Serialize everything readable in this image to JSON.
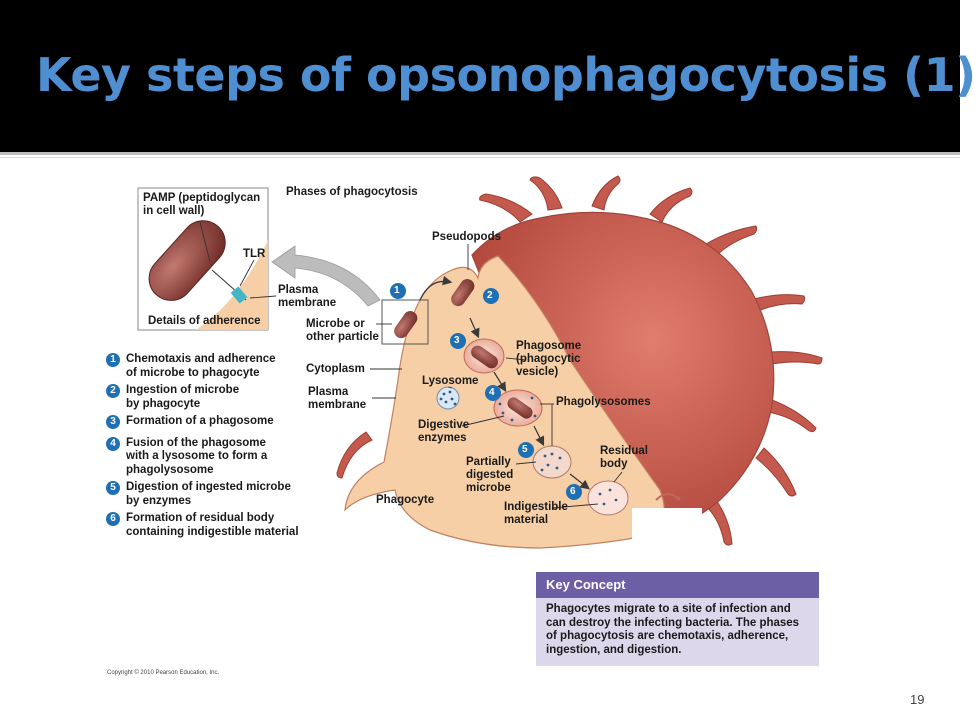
{
  "slide": {
    "title": "Key steps of opsonophagocytosis (1)",
    "page_number": "19",
    "copyright": "Copyright © 2010 Pearson Education, Inc."
  },
  "diagram": {
    "heading": "Phases of phagocytosis",
    "inset": {
      "pamp_label": "PAMP (peptidoglycan\nin cell wall)",
      "tlr_label": "TLR",
      "plasma_membrane_label": "Plasma\nmembrane",
      "caption": "Details of adherence"
    },
    "labels": {
      "pseudopods": "Pseudopods",
      "microbe": "Microbe or\nother particle",
      "cytoplasm": "Cytoplasm",
      "plasma_membrane": "Plasma\nmembrane",
      "phagosome": "Phagosome\n(phagocytic\nvesicle)",
      "lysosome": "Lysosome",
      "phagolysosomes": "Phagolysosomes",
      "digestive_enzymes": "Digestive\nenzymes",
      "partially_digested": "Partially\ndigested\nmicrobe",
      "residual_body": "Residual\nbody",
      "indigestible": "Indigestible\nmaterial",
      "phagocyte": "Phagocyte"
    },
    "markers": [
      "1",
      "2",
      "3",
      "4",
      "5",
      "6"
    ]
  },
  "steps": [
    {
      "num": "1",
      "text": "Chemotaxis and adherence\nof microbe to phagocyte"
    },
    {
      "num": "2",
      "text": "Ingestion of microbe\nby phagocyte"
    },
    {
      "num": "3",
      "text": "Formation of a phagosome"
    },
    {
      "num": "4",
      "text": "Fusion of the phagosome\nwith a lysosome to form a\nphagolysosome"
    },
    {
      "num": "5",
      "text": "Digestion of ingested microbe\nby enzymes"
    },
    {
      "num": "6",
      "text": "Formation of residual body\ncontaining indigestible material"
    }
  ],
  "key_concept": {
    "heading": "Key Concept",
    "body": "Phagocytes migrate to a site of infection and can destroy the infecting bacteria. The phases of phagocytosis are chemotaxis, adherence, ingestion, and digestion."
  },
  "colors": {
    "title": "#4f8fd1",
    "marker": "#1f6fb5",
    "key_head": "#6c5fa6",
    "key_body": "#dcd7ea",
    "cell_outer": "#c9574a",
    "cell_inner": "#f6cfa6",
    "microbe": "#8b3a35"
  }
}
